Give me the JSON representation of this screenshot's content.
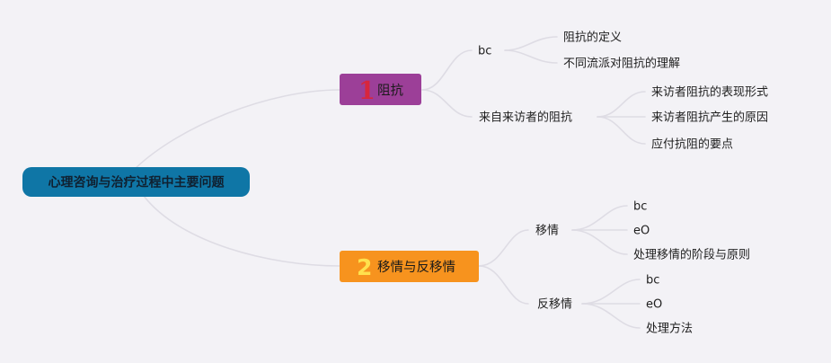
{
  "root": {
    "label": "心理咨询与治疗过程中主要问题",
    "color": "#0f76a6"
  },
  "branch1": {
    "number": "1",
    "label": "阻抗",
    "color": "#9c3f98",
    "children": {
      "bc": {
        "label": "bc",
        "children": [
          "阻抗的定义",
          "不同流派对阻抗的理解"
        ]
      },
      "source": {
        "label": "来自来访者的阻抗",
        "children": [
          "来访者阻抗的表现形式",
          "来访者阻抗产生的原因",
          "应付抗阻的要点"
        ]
      }
    }
  },
  "branch2": {
    "number": "2",
    "label": "移情与反移情",
    "color": "#f7931e",
    "children": {
      "transference": {
        "label": "移情",
        "children": [
          "bc",
          "eO",
          "处理移情的阶段与原则"
        ]
      },
      "countertransference": {
        "label": "反移情",
        "children": [
          "bc",
          "eO",
          "处理方法"
        ]
      }
    }
  }
}
